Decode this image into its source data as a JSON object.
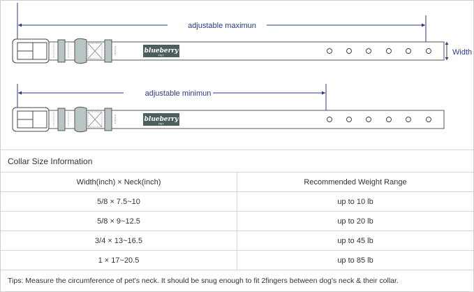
{
  "diagram": {
    "max_label": "adjustable maximun",
    "min_label": "adjustable minimun",
    "width_label": "Width",
    "brand_logo": "blueberry",
    "brand_sub": "PET",
    "colors": {
      "arrow": "#2b3a8a",
      "logo_bg": "#4c5f5d",
      "keeper": "#b9c4c4"
    }
  },
  "table": {
    "title": "Collar Size Information",
    "headers": [
      "Width(inch)  ×  Neck(inch)",
      "Recommended Weight Range"
    ],
    "rows": [
      [
        "5/8 × 7.5~10",
        "up to 10 lb"
      ],
      [
        "5/8 × 9~12.5",
        "up to 20 lb"
      ],
      [
        "3/4 × 13~16.5",
        "up to 45 lb"
      ],
      [
        "1 × 17~20.5",
        "up to 85 lb"
      ]
    ],
    "tips": "Tips: Measure the circumference of pet's neck. It should be snug enough to fit 2fingers between dog's neck & their collar."
  }
}
